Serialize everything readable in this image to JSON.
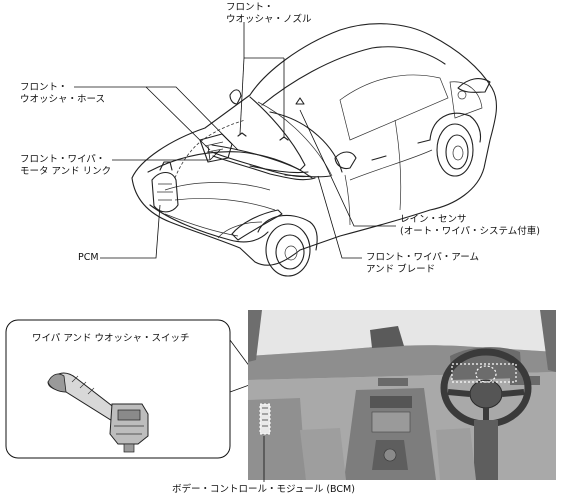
{
  "labels": {
    "front_washer_nozzle": [
      "フロント・",
      "ウオッシャ・ノズル"
    ],
    "front_washer_hose": [
      "フロント・",
      "ウオッシャ・ホース"
    ],
    "front_wiper_motor": [
      "フロント・ワイパ・",
      "モータ アンド リンク"
    ],
    "pcm": "PCM",
    "rain_sensor": [
      "レイン・センサ",
      "(オート・ワイパ・システム付車)"
    ],
    "front_wiper_arm": [
      "フロント・ワイパ・アーム",
      "アンド ブレード"
    ],
    "wiper_switch": "ワイパ アンド ウオッシャ・スイッチ",
    "bcm": "ボデー・コントロール・モジュール (BCM)"
  }
}
